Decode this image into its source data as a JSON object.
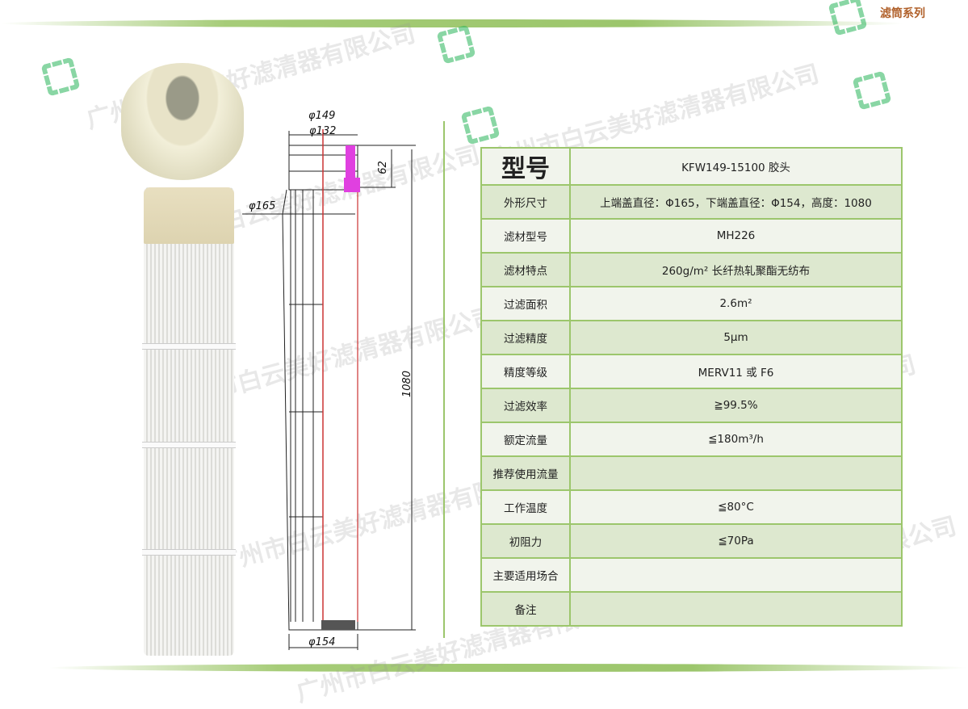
{
  "header": {
    "series": "滤筒系列"
  },
  "watermark": "广州市白云美好滤清器有限公司",
  "drawing": {
    "d_top_outer": "φ149",
    "d_top_inner": "φ132",
    "d_cap": "φ165",
    "cap_height": "62",
    "height": "1080",
    "d_bottom": "φ154"
  },
  "table": {
    "model_label": "型号",
    "model_value": "KFW149-15100 胶头",
    "rows": [
      {
        "label": "外形尺寸",
        "value": "上端盖直径：Φ165，下端盖直径：Φ154，高度：1080"
      },
      {
        "label": "滤材型号",
        "value": "MH226"
      },
      {
        "label": "滤材特点",
        "value": "260g/m² 长纤热轧聚酯无纺布"
      },
      {
        "label": "过滤面积",
        "value": "2.6m²"
      },
      {
        "label": "过滤精度",
        "value": "5μm"
      },
      {
        "label": "精度等级",
        "value": "MERV11 或 F6"
      },
      {
        "label": "过滤效率",
        "value": "≧99.5%"
      },
      {
        "label": "额定流量",
        "value": "≦180m³/h"
      },
      {
        "label": "推荐使用流量",
        "value": ""
      },
      {
        "label": "工作温度",
        "value": "≦80°C"
      },
      {
        "label": "初阻力",
        "value": "≦70Pa"
      },
      {
        "label": "主要适用场合",
        "value": ""
      },
      {
        "label": "备注",
        "value": ""
      }
    ]
  }
}
